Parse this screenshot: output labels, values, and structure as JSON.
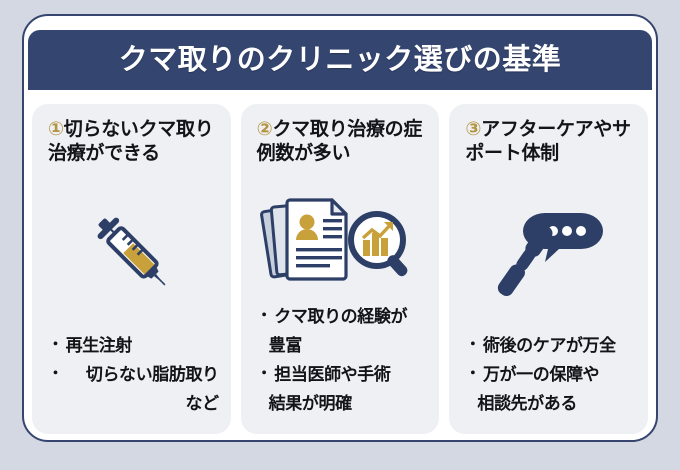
{
  "header": {
    "title": "クマ取りのクリニック選びの基準"
  },
  "colors": {
    "page_background": "#d3d8e3",
    "poster_background": "#ffffff",
    "header_navy": "#344570",
    "card_background": "#eef0f4",
    "number_gold": "#b49543",
    "icon_navy": "#2d3f66",
    "icon_gold": "#c9a13b",
    "text_black": "#111418"
  },
  "columns": [
    {
      "number": "①",
      "heading": "切らないクマ取り治療ができる",
      "icon": "syringe-icon",
      "bullets": [
        "再生注射",
        "切らない脂肪取り",
        "など"
      ]
    },
    {
      "number": "②",
      "heading": "クマ取り治療の症例数が多い",
      "icon": "documents-magnifier-icon",
      "bullets": [
        "クマ取りの経験が",
        "豊富",
        "担当医師や手術",
        "結果が明確"
      ]
    },
    {
      "number": "③",
      "heading": "アフターケアやサポート体制",
      "icon": "phone-chat-icon",
      "bullets": [
        "術後のケアが万全",
        "万が一の保障や",
        "相談先がある"
      ]
    }
  ]
}
